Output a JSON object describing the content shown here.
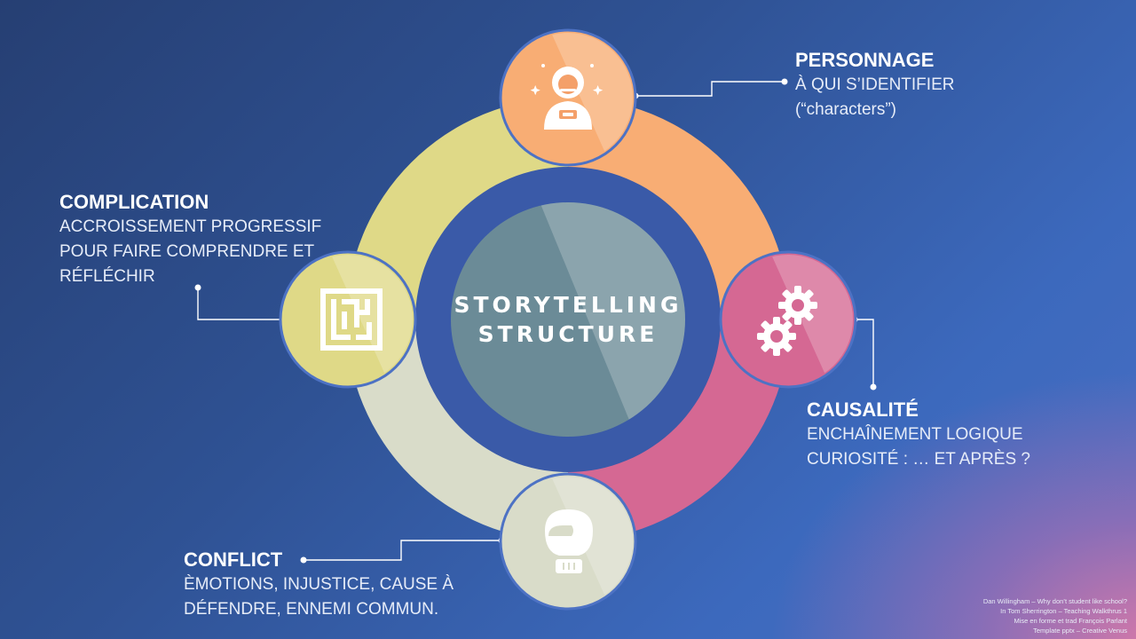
{
  "center": {
    "line1": "STORYTELLING",
    "line2": "STRUCTURE"
  },
  "colors": {
    "personnage": "#f8ad74",
    "causalite": "#d56893",
    "conflict": "#d9dcc9",
    "complication": "#dfd987",
    "ring_inner": "#3a5aa8",
    "center_circle": "#6b8b97",
    "node_border": "#4d72c4"
  },
  "nodes": [
    {
      "id": "personnage",
      "icon": "astronaut-icon"
    },
    {
      "id": "causalite",
      "icon": "gears-icon"
    },
    {
      "id": "conflict",
      "icon": "boxing-glove-icon"
    },
    {
      "id": "complication",
      "icon": "maze-icon"
    }
  ],
  "labels": {
    "personnage": {
      "title": "PERSONNAGE",
      "line1": "À QUI S’IDENTIFIER",
      "line2": "(“characters”)"
    },
    "complication": {
      "title": "COMPLICATION",
      "line1": "ACCROISSEMENT PROGRESSIF",
      "line2": "POUR FAIRE COMPRENDRE ET",
      "line3": "RÉFLÉCHIR"
    },
    "causalite": {
      "title": "CAUSALITÉ",
      "line1": "ENCHAÎNEMENT LOGIQUE",
      "line2": "CURIOSITÉ : … ET APRÈS ?"
    },
    "conflict": {
      "title": "CONFLICT",
      "line1": "ÈMOTIONS, INJUSTICE, CAUSE À",
      "line2": "DÉFENDRE, ENNEMI COMMUN."
    }
  },
  "credits": [
    "Dan Willingham – Why don’t student like school?",
    "In Tom Sherrington – Teaching Walkthrus 1",
    "Mise en forme et trad François Parlant",
    "Template pptx – Creative Venus"
  ]
}
